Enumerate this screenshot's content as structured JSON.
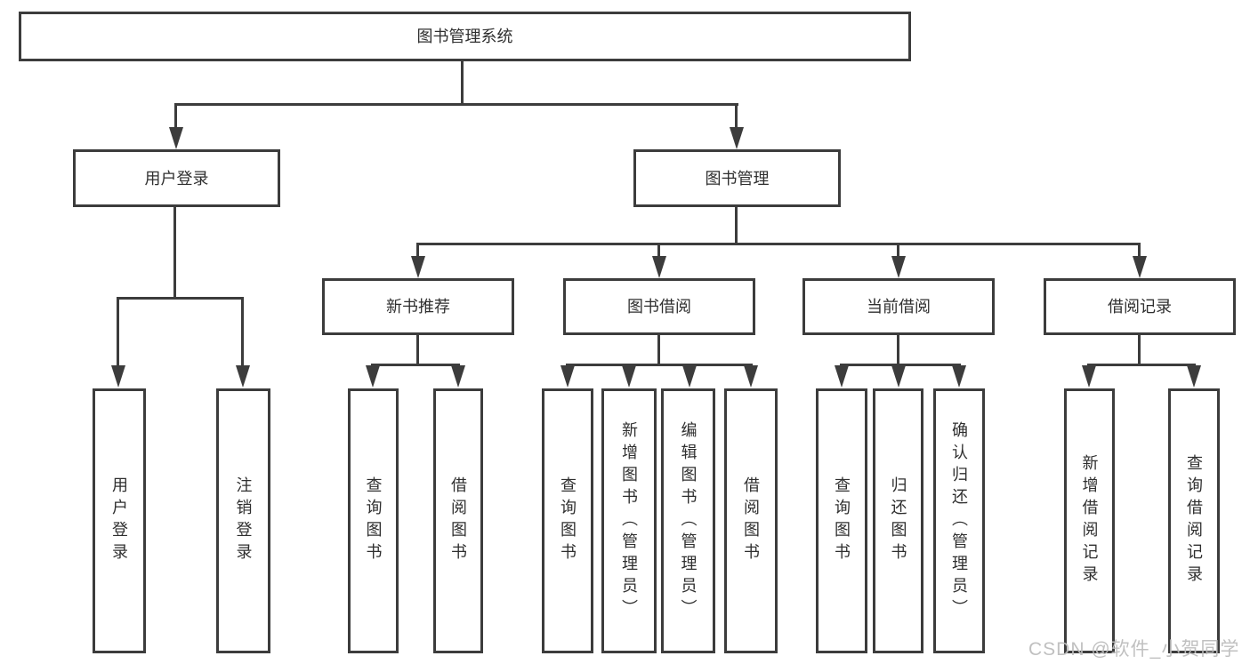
{
  "diagram": {
    "root": {
      "label": "图书管理系统"
    },
    "level2": [
      {
        "label": "用户登录"
      },
      {
        "label": "图书管理"
      }
    ],
    "level3": [
      {
        "label": "新书推荐"
      },
      {
        "label": "图书借阅"
      },
      {
        "label": "当前借阅"
      },
      {
        "label": "借阅记录"
      }
    ],
    "leaves": {
      "user_login": [
        {
          "label": "用户登录"
        },
        {
          "label": "注销登录"
        }
      ],
      "new_book": [
        {
          "label": "查询图书"
        },
        {
          "label": "借阅图书"
        }
      ],
      "book_borrow": [
        {
          "label": "查询图书"
        },
        {
          "label": "新增图书（管理员）"
        },
        {
          "label": "编辑图书（管理员）"
        },
        {
          "label": "借阅图书"
        }
      ],
      "current_borrow": [
        {
          "label": "查询图书"
        },
        {
          "label": "归还图书"
        },
        {
          "label": "确认归还（管理员）"
        }
      ],
      "borrow_record": [
        {
          "label": "新增借阅记录"
        },
        {
          "label": "查询借阅记录"
        }
      ]
    },
    "colors": {
      "line": "#3c3c3c",
      "text": "#2f2f2f",
      "watermark": "#bdbdbd"
    },
    "watermark": "CSDN @软件_小贺同学"
  }
}
